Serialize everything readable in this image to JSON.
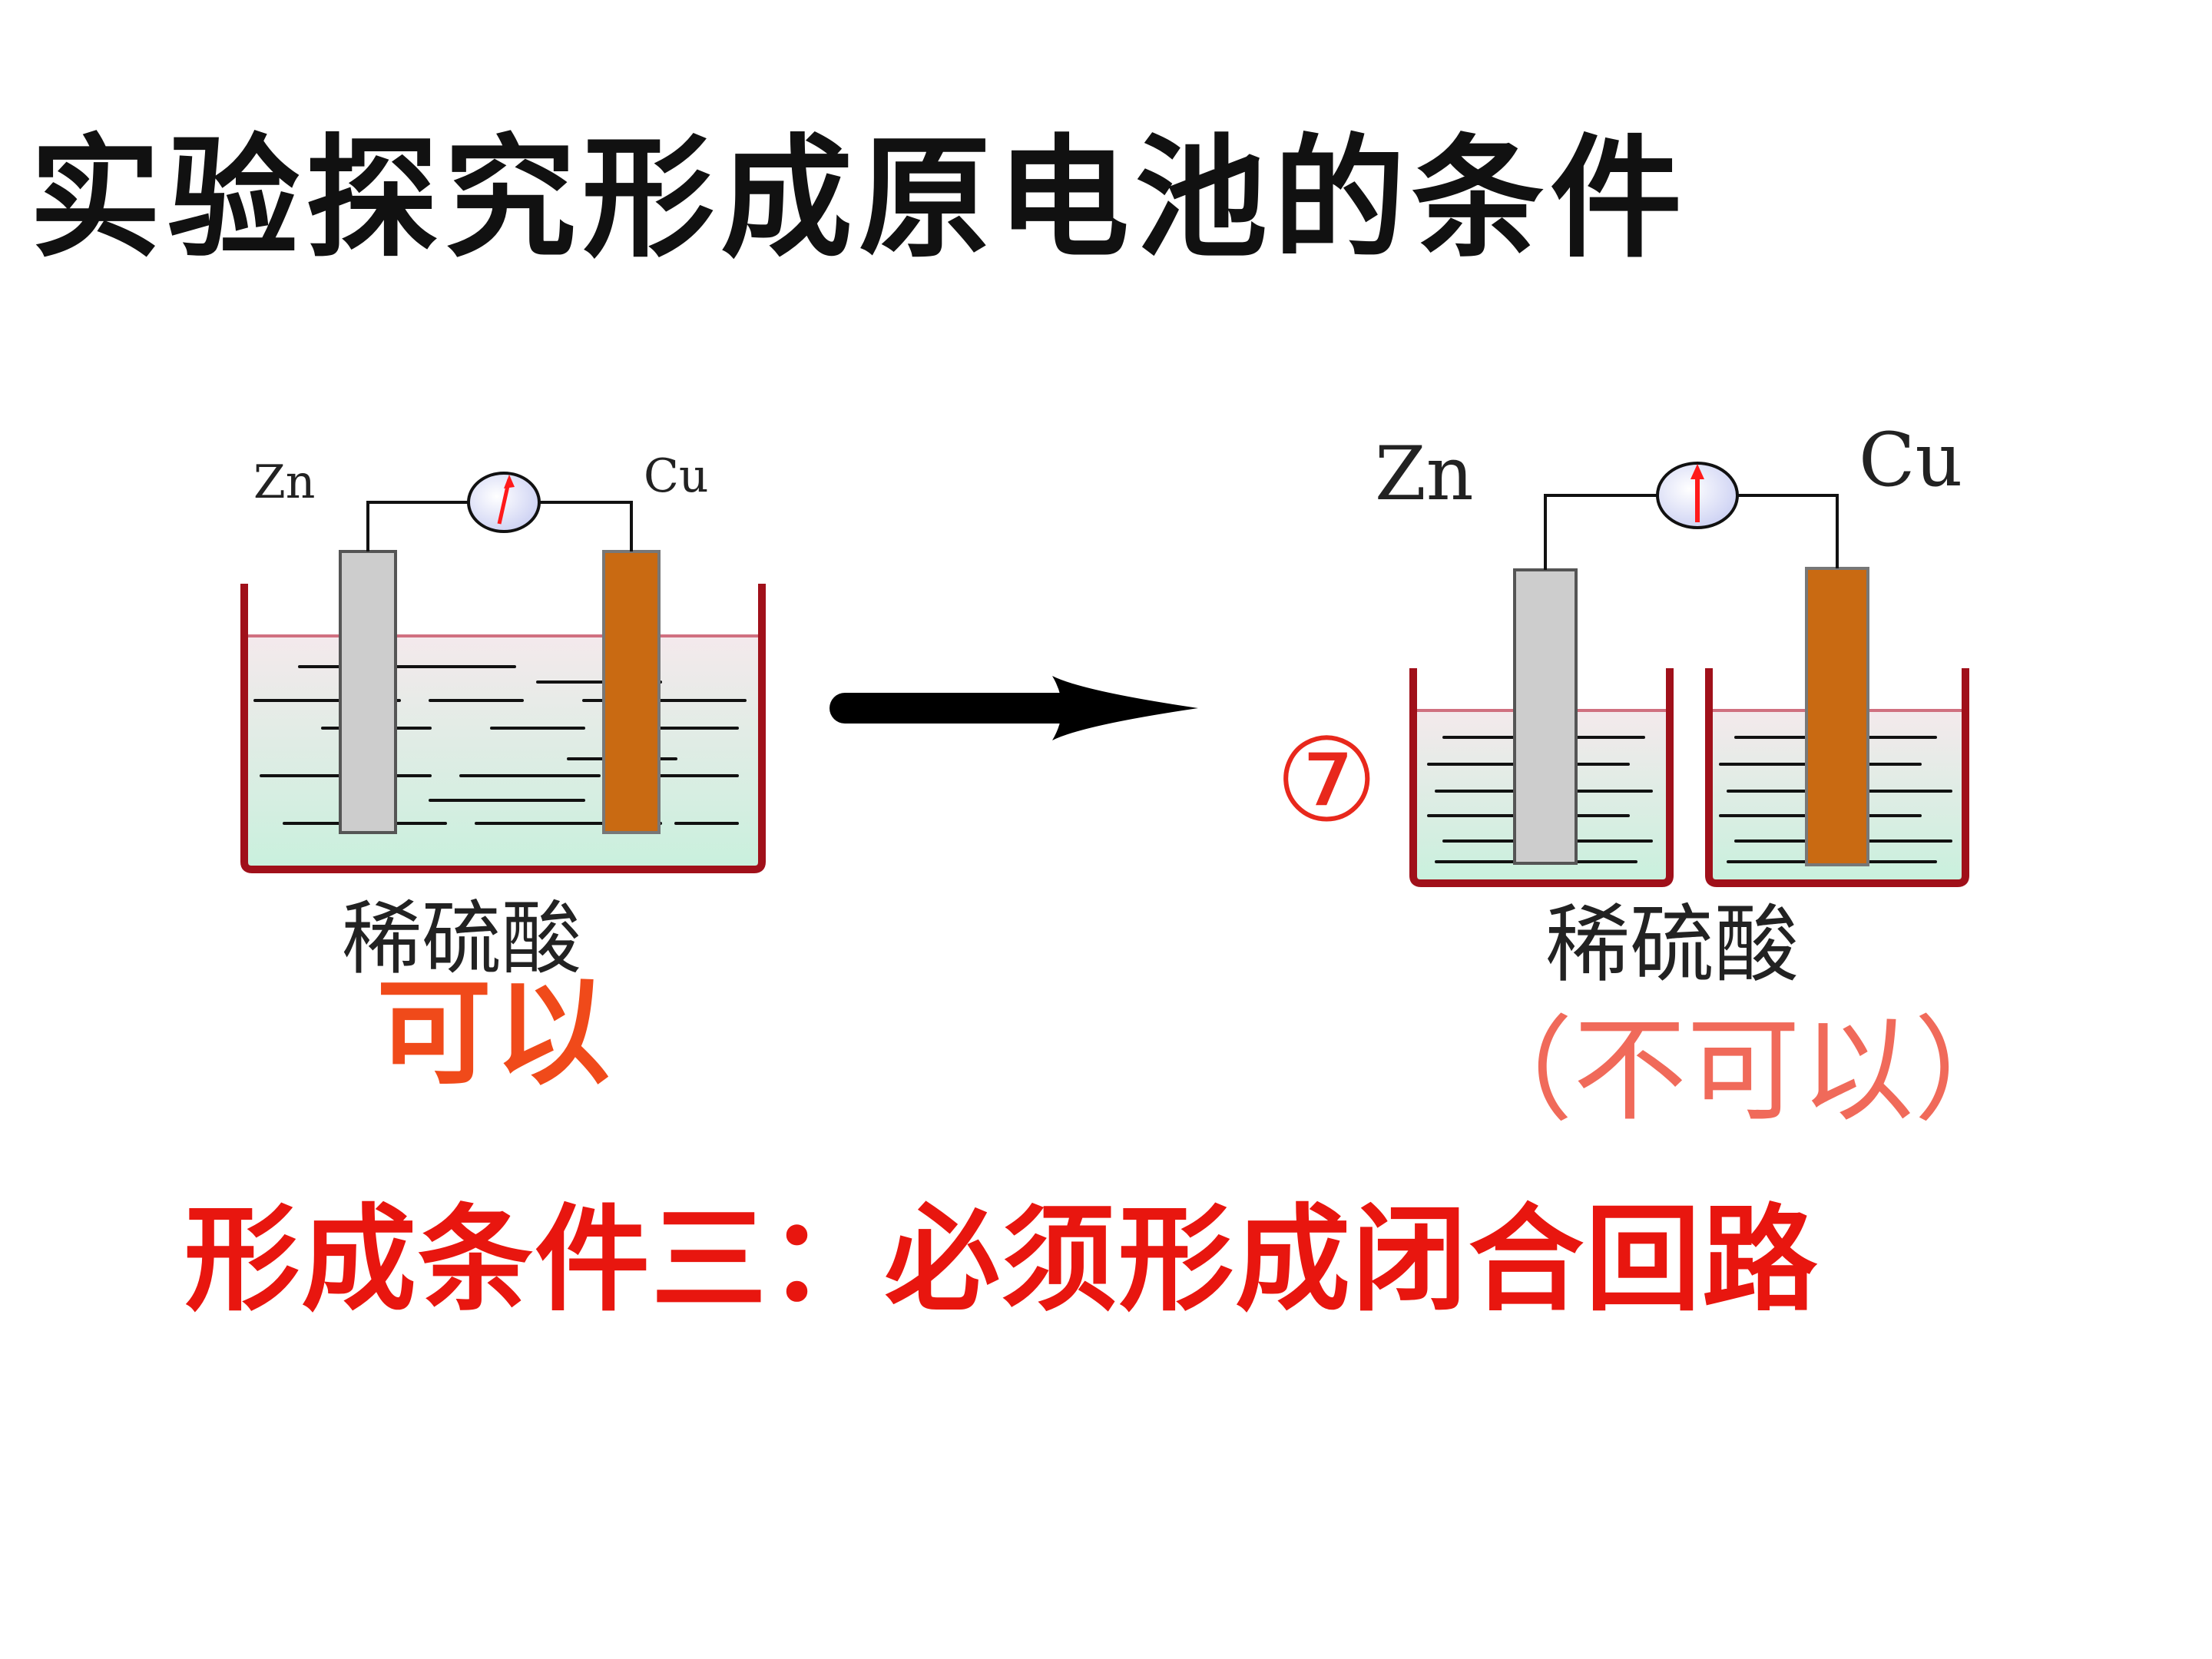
{
  "slide": {
    "title": "实验探究形成原电池的条件",
    "conclusion": "形成条件三：必须形成闭合回路"
  },
  "left_setup": {
    "anode_label": "Zn",
    "cathode_label": "Cu",
    "solution_label": "稀硫酸",
    "result": "可以"
  },
  "right_setup": {
    "case_number": "⑦",
    "anode_label": "Zn",
    "cathode_label": "Cu",
    "solution_label": "稀硫酸",
    "result": "（不可以）"
  },
  "colors": {
    "title": "#111111",
    "conclusion": "#e8160f",
    "result_left": "#f04a1a",
    "result_right": "#f06a5a",
    "case_number": "#e8281c",
    "beaker_outline": "#a0101a",
    "solution_top": "#f4e9ec",
    "solution_bottom": "#c9f0dd",
    "zinc_electrode": "#cdcdcd",
    "copper_electrode": "#c96a12",
    "galvanometer_fill": "#c8cdf2",
    "galvanometer_needle": "#ff1a1a",
    "arrow": "#000000"
  }
}
